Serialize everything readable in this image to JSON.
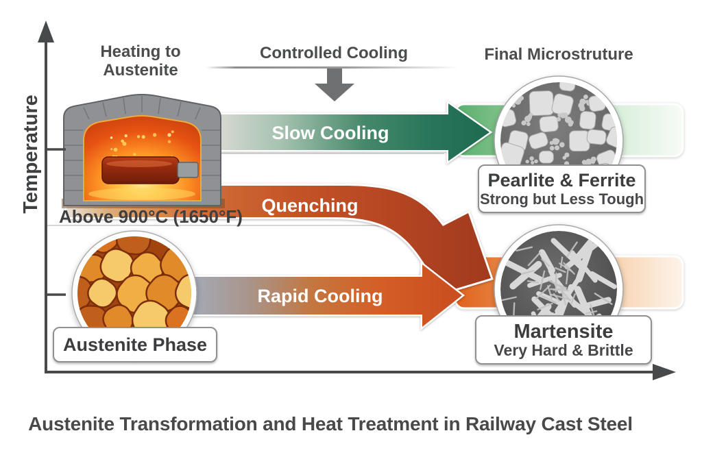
{
  "title": "Austenite Transformation and Heat Treatment in Railway Cast Steel",
  "axis": {
    "y_label": "Temperature"
  },
  "stages": {
    "heating_line1": "Heating to",
    "heating_line2": "Austenite",
    "controlled_cooling": "Controlled Cooling",
    "final_microstructure": "Final Microstruture"
  },
  "furnace": {
    "caption": "Above 900°C (1650°F)"
  },
  "paths": {
    "slow": "Slow Cooling",
    "quench": "Quenching",
    "rapid": "Rapid Cooling"
  },
  "austenite": {
    "label": "Austenite Phase"
  },
  "outcomes": {
    "pearlite": {
      "name": "Pearlite & Ferrite",
      "property": "Strong but Less Tough"
    },
    "martensite": {
      "name": "Martensite",
      "property": "Very Hard & Brittle"
    }
  },
  "colors": {
    "slow_green_dark": "#1d6a4f",
    "band_green": "#5aae6e",
    "quench_red": "#a23a1e",
    "rapid_orange": "#c94d1f",
    "band_orange": "#df611c",
    "axis_gray": "#48494b",
    "text_gray": "#4a4c4e"
  }
}
